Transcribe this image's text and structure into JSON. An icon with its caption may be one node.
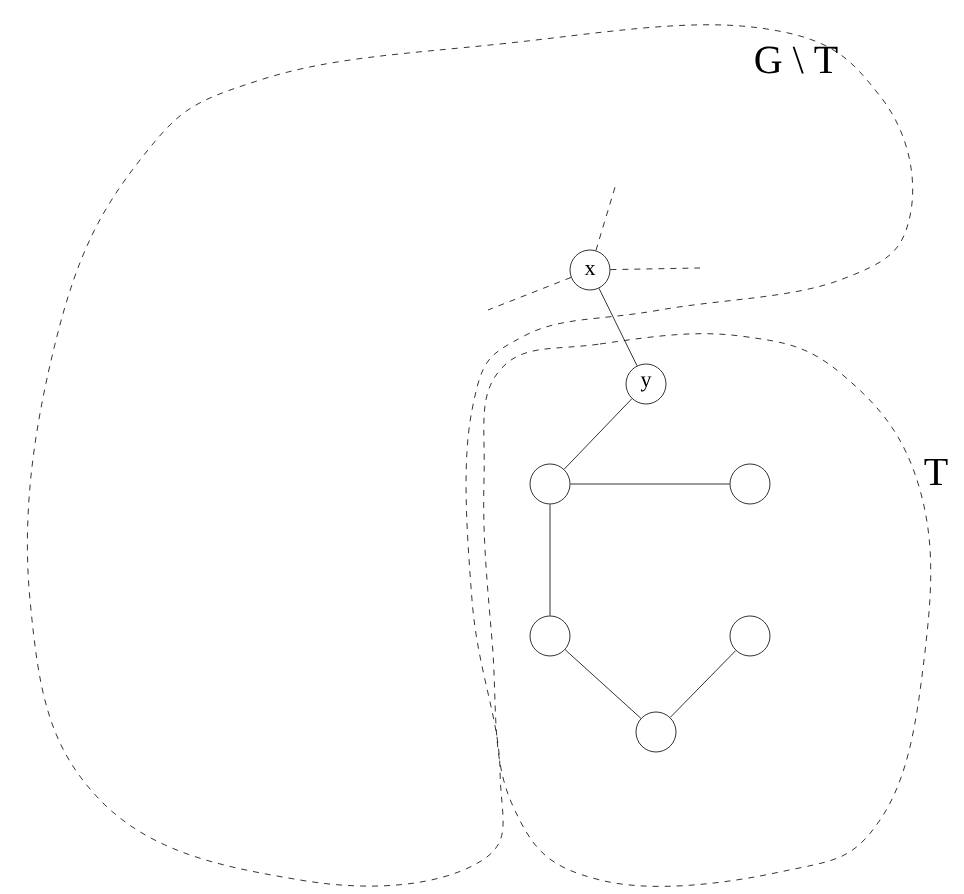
{
  "diagram": {
    "nodes": [
      {
        "text": [
          "G \\ T"
        ]
      },
      {
        "text": [
          "T"
        ]
      },
      {
        "text": [
          "x"
        ],
        "in": 0
      },
      {
        "text": [
          "y"
        ],
        "in": 1
      },
      {
        "text": [],
        "shape": "circle",
        "in": 1
      },
      {
        "text": [],
        "shape": "circle",
        "in": 1
      },
      {
        "text": [],
        "shape": "circle",
        "in": 1
      },
      {
        "text": [],
        "shape": "circle",
        "in": 1
      },
      {
        "text": [],
        "shape": "circle",
        "in": 1
      }
    ],
    "edges": [
      {
        "from": 2,
        "to": 3,
        "arrow": "none"
      },
      {
        "from": 3,
        "to": 4,
        "arrow": "none"
      },
      {
        "from": 4,
        "to": 5,
        "arrow": "none"
      },
      {
        "from": 4,
        "to": 6,
        "arrow": "none"
      },
      {
        "from": 6,
        "to": 8,
        "arrow": "none"
      },
      {
        "from": 8,
        "to": 7,
        "arrow": "none"
      },
      {
        "from": 2,
        "to": null,
        "arrow": "none",
        "style": "dashed"
      },
      {
        "from": 2,
        "to": null,
        "arrow": "none",
        "style": "dashed"
      },
      {
        "from": 2,
        "to": null,
        "arrow": "none",
        "style": "dashed"
      }
    ]
  }
}
